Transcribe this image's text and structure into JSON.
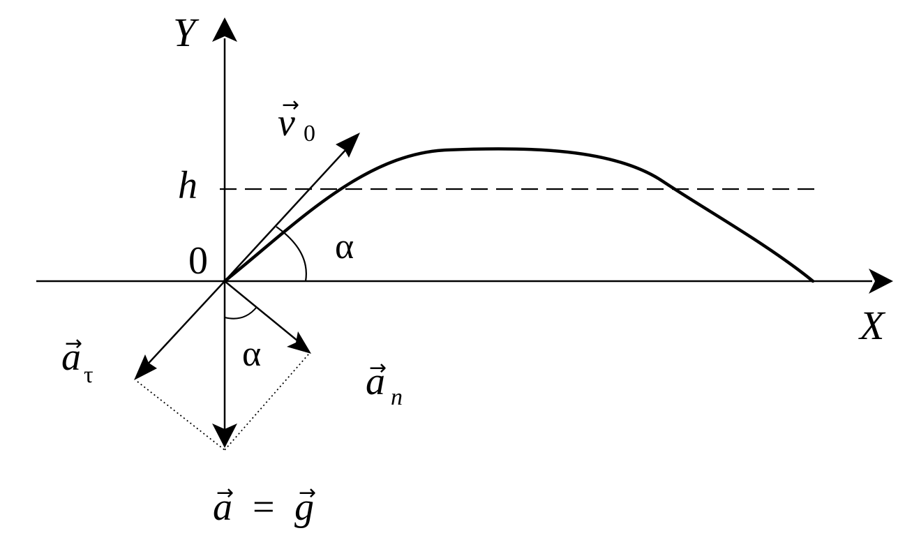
{
  "labels": {
    "y_axis": "Y",
    "x_axis": "X",
    "origin": "0",
    "height": "h",
    "angle_top": "α",
    "angle_bottom": "α",
    "velocity_symbol": "v",
    "velocity_subscript": "0",
    "a_tau_symbol": "a",
    "a_tau_subscript": "τ",
    "a_n_symbol": "a",
    "a_n_subscript": "n",
    "equation_a": "a",
    "equation_equals": "=",
    "equation_g": "g",
    "vector_arrow": "→"
  },
  "colors": {
    "ink": "#000000",
    "background": "#ffffff"
  }
}
